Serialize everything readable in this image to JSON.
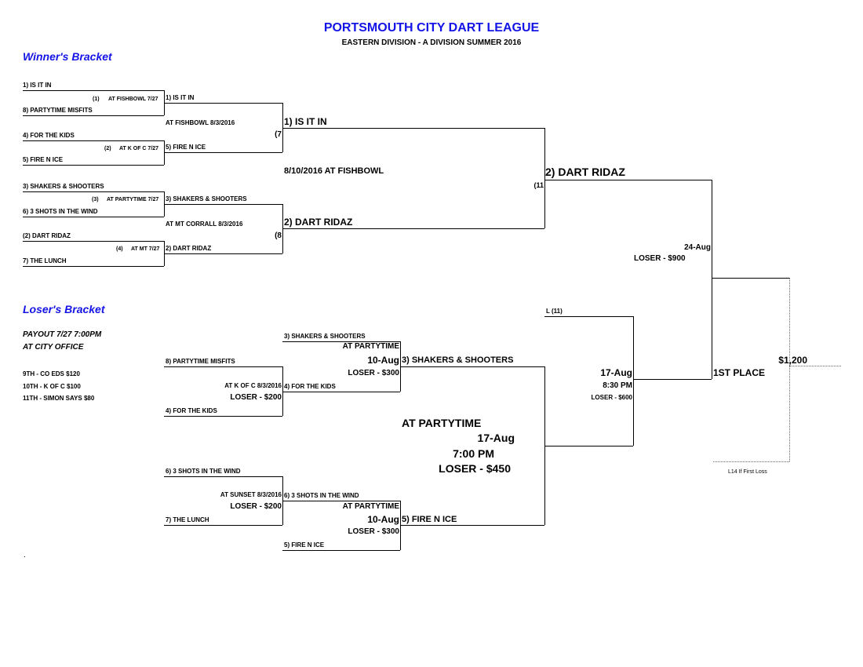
{
  "header": {
    "title": "PORTSMOUTH CITY DART LEAGUE",
    "subtitle": "EASTERN DIVISION - A DIVISION SUMMER 2016"
  },
  "winners": {
    "heading": "Winner's Bracket",
    "r1": [
      {
        "top": "1) IS IT IN",
        "bottom": "8) PARTYTIME MISFITS",
        "num": "(1)",
        "venue": "AT FISHBOWL  7/27"
      },
      {
        "top": "4) FOR THE KIDS",
        "bottom": "5) FIRE N ICE",
        "num": "(2)",
        "venue": "AT K OF C  7/27"
      },
      {
        "top": "3) SHAKERS & SHOOTERS",
        "bottom": "6) 3 SHOTS IN THE WIND",
        "num": "(3)",
        "venue": "AT PARTYTIME  7/27"
      },
      {
        "top": "(2) DART RIDAZ",
        "bottom": "7) THE LUNCH",
        "num": "(4)",
        "venue": "AT MT  7/27"
      }
    ],
    "r2": [
      {
        "top": "1) IS IT IN",
        "bottom": "5) FIRE N ICE",
        "venue": "AT FISHBOWL   8/3/2016",
        "num": "(7"
      },
      {
        "top": "3) SHAKERS & SHOOTERS",
        "bottom": "2) DART RIDAZ",
        "venue": "AT MT CORRALL   8/3/2016",
        "num": "(8"
      }
    ],
    "semi": {
      "top": "1) IS IT IN",
      "bottom": "2) DART RIDAZ",
      "venue": "8/10/2016 AT FISHBOWL",
      "num": "(11"
    },
    "final_winner": "2) DART RIDAZ",
    "final_date": "24-Aug",
    "final_loser": "LOSER - $900"
  },
  "losers": {
    "heading": "Loser's Bracket",
    "payout_line1": "PAYOUT 7/27 7:00PM",
    "payout_line2": "AT CITY OFFICE",
    "payouts": [
      "9TH - CO EDS   $120",
      "10TH - K OF C    $100",
      "11TH - SIMON SAYS   $80"
    ],
    "r1a": {
      "top": "8) PARTYTIME MISFITS",
      "bottom": "4) FOR THE KIDS",
      "venue": "AT K OF C   8/3/2016",
      "loser": "LOSER - $200"
    },
    "r1b": {
      "top": "6) 3 SHOTS IN THE WIND",
      "bottom": "7) THE LUNCH",
      "venue": "AT SUNSET  8/3/2016",
      "loser": "LOSER - $200"
    },
    "r2a": {
      "top": "3) SHAKERS & SHOOTERS",
      "bottom": "4) FOR THE KIDS",
      "venue": "AT PARTYTIME",
      "date": "10-Aug",
      "loser": "LOSER - $300"
    },
    "r2b": {
      "top": "6) 3 SHOTS IN THE WIND",
      "bottom": "5) FIRE N ICE",
      "venue": "AT PARTYTIME",
      "date": "10-Aug",
      "loser": "LOSER - $300"
    },
    "r3": {
      "top": "3) SHAKERS & SHOOTERS",
      "bottom": "5) FIRE N ICE",
      "venue": "AT PARTYTIME",
      "date": "17-Aug",
      "time": "7:00 PM",
      "loser": "LOSER - $450"
    },
    "r4": {
      "top": "L (11)",
      "date": "17-Aug",
      "time": "8:30 PM",
      "loser": "LOSER -  $600"
    },
    "first_prize": "$1,200",
    "first_place": "1ST PLACE",
    "if_note": "L14 If First Loss"
  },
  "footer_mark": "."
}
